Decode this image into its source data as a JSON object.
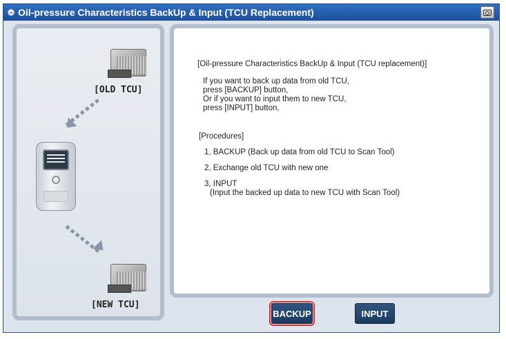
{
  "window": {
    "title": "Oil-pressure Characteristics BackUp & Input (TCU Replacement)"
  },
  "left_panel": {
    "old_tcu_label": "[OLD TCU]",
    "new_tcu_label": "[NEW TCU]"
  },
  "content": {
    "heading": "[Oil-pressure Characteristics BackUp & Input (TCU  replacement)]",
    "instructions": [
      "If you want to back up data from old TCU,",
      "press [BACKUP] button,",
      "Or if you want to input them to new TCU,",
      "press [INPUT] button,"
    ],
    "procedures_title": "[Procedures]",
    "steps": [
      "1, BACKUP (Back up data from old TCU to Scan Tool)",
      "2, Exchange old TCU with new one",
      "3, INPUT"
    ],
    "step3_detail": "(Input the backed up data to new TCU with Scan Tool)"
  },
  "buttons": {
    "backup_label": "BACKUP",
    "input_label": "INPUT"
  },
  "colors": {
    "titlebar": "#1d4f9a",
    "button": "#1c3a60",
    "selection_outline": "#e03030"
  }
}
